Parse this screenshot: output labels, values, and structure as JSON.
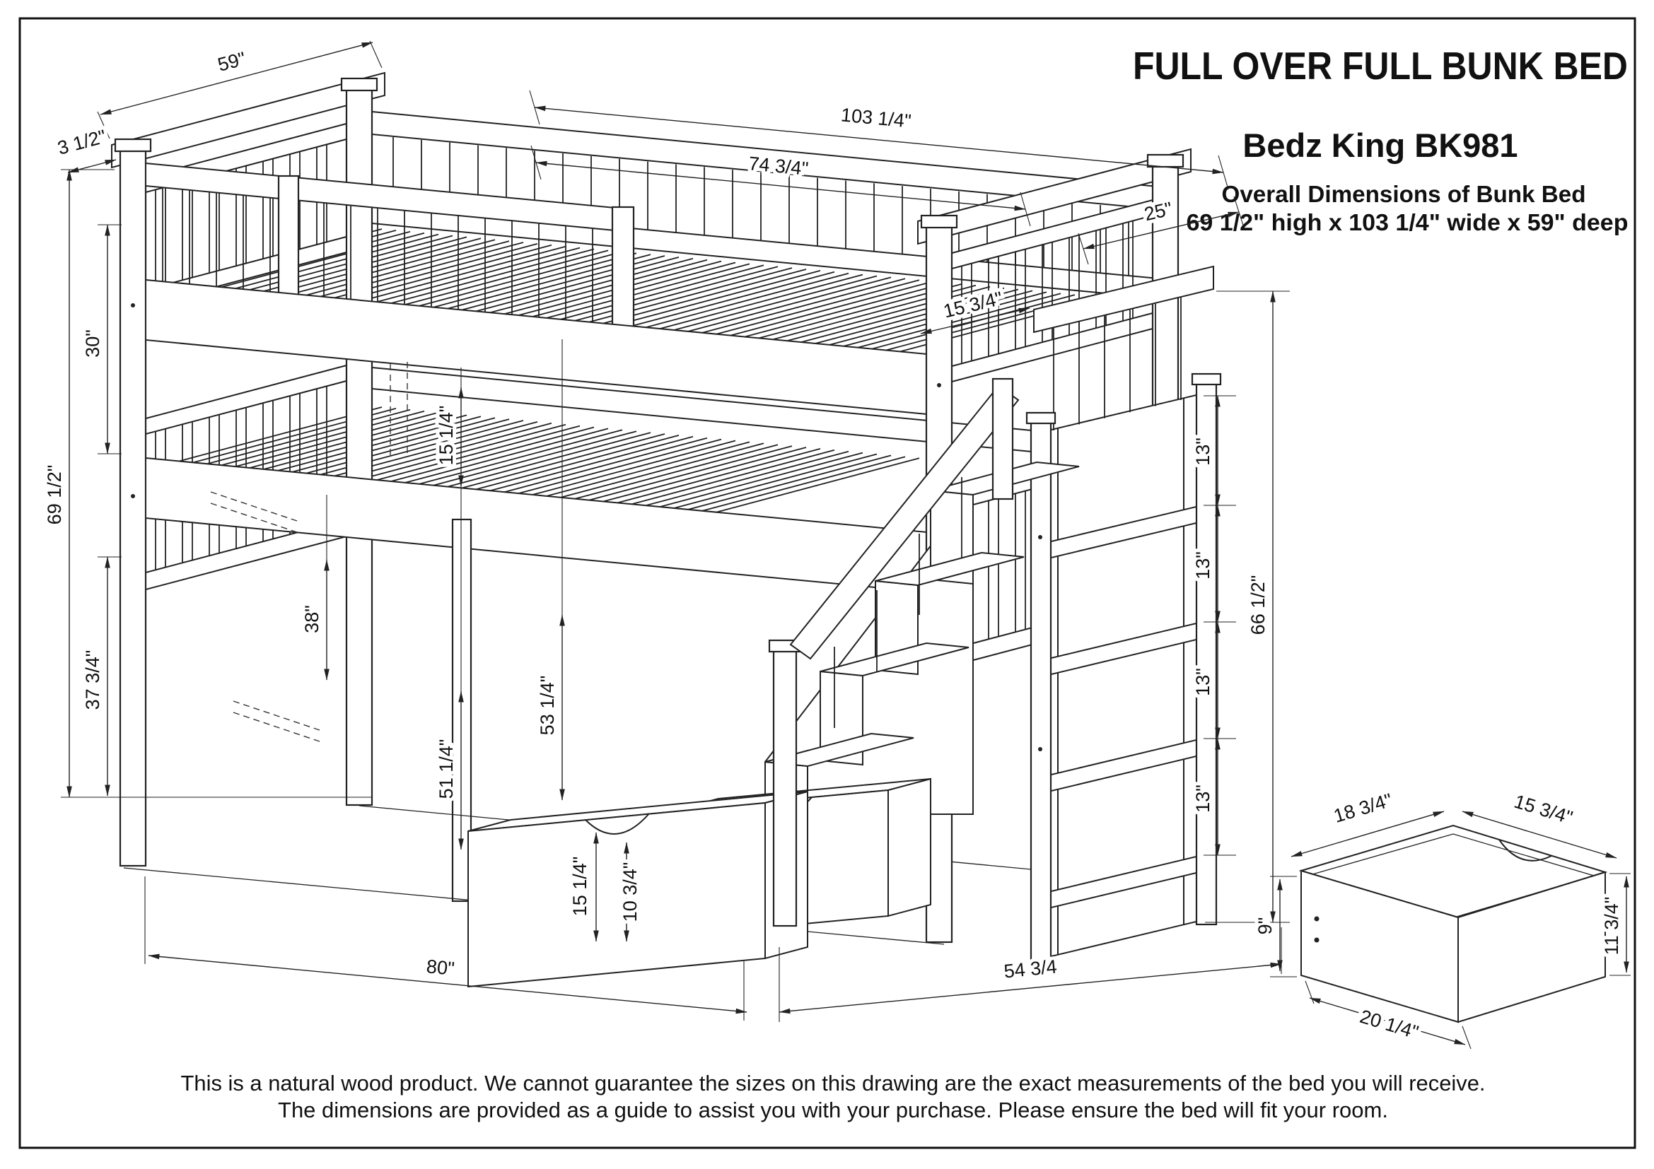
{
  "title_block": {
    "title": "FULL OVER FULL BUNK BED",
    "model": "Bedz King BK981",
    "subtitle": "Overall Dimensions of Bunk Bed",
    "overall": "69 1/2\" high x 103 1/4\" wide x 59\" deep"
  },
  "dimensions": {
    "headboard_width": "59\"",
    "post_width": "3 1/2\"",
    "overall_width": "103 1/4\"",
    "bed_length": "74 3/4\"",
    "stair_depth": "25\"",
    "guard_rail_height": "15 3/4\"",
    "upper_section_height": "30\"",
    "overall_height": "69 1/2\"",
    "lower_section_height": "37 3/4\"",
    "bunk_gap": "15 1/4\"",
    "under_bunk_clearance": "38\"",
    "upper_bunk_height": "53 1/4\"",
    "lower_rail_height": "51 1/4\"",
    "drawer_opening_height": "15 1/4\"",
    "drawer_height": "10 3/4\"",
    "bed_floor_length": "80\"",
    "stair_floor_length": "54 3/4",
    "shelf_spacing": "13\"",
    "stair_unit_height": "66 1/2\"",
    "drawer_depth": "18 3/4\"",
    "drawer_width": "15 3/4\"",
    "drawer_back_height": "11 3/4\"",
    "drawer_front_height": "9\"",
    "drawer_front_width": "20 1/4\""
  },
  "notes": {
    "line1": "This is a natural wood product. We cannot guarantee the sizes on this drawing are the exact measurements of the bed you will receive.",
    "line2": "The dimensions are provided as a guide to assist you with your purchase. Please ensure the bed will fit your room."
  },
  "colors": {
    "ink": "#222222",
    "paper": "#ffffff"
  }
}
